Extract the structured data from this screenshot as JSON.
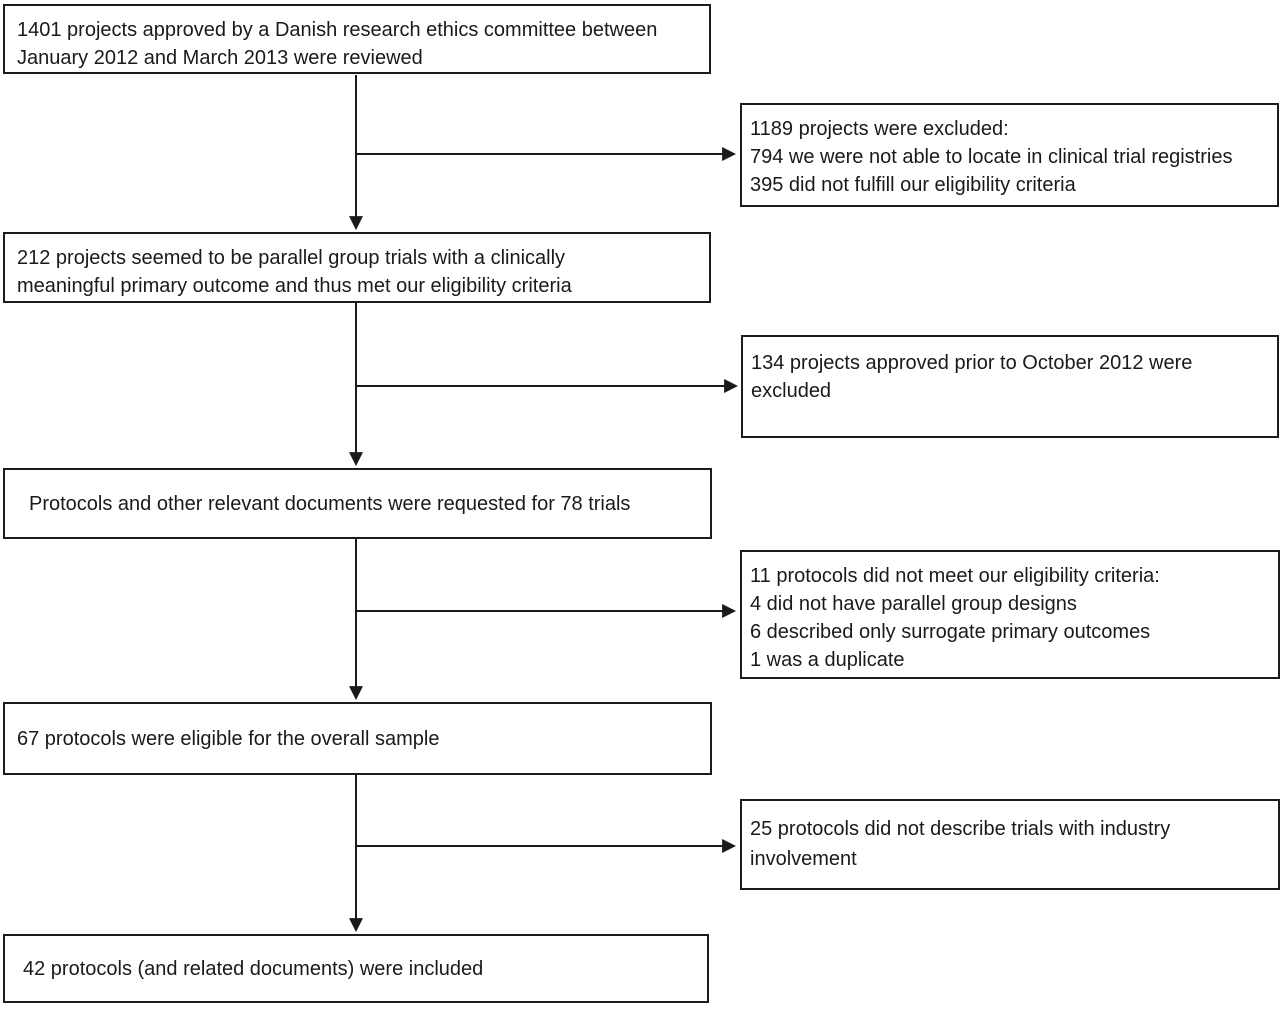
{
  "colors": {
    "background": "#ffffff",
    "border": "#1c1c1c",
    "text": "#1a1a1a",
    "line": "#1a1a1a"
  },
  "flow": {
    "main_boxes": [
      {
        "id": "projects-reviewed",
        "lines": [
          "1401 projects approved by a Danish research ethics committee between",
          "January 2012 and March 2013 were reviewed"
        ]
      },
      {
        "id": "projects-met-criteria",
        "lines": [
          "212 projects seemed to be parallel group trials with a clinically",
          "meaningful primary outcome and thus met our eligibility criteria"
        ]
      },
      {
        "id": "protocols-requested",
        "lines": [
          "Protocols and other relevant documents were requested for 78 trials"
        ]
      },
      {
        "id": "protocols-eligible",
        "lines": [
          "67 protocols were eligible for the overall sample"
        ]
      },
      {
        "id": "protocols-included",
        "lines": [
          "42 protocols (and related documents) were included"
        ]
      }
    ],
    "exclusion_boxes": [
      {
        "id": "excluded-1189",
        "lines": [
          "1189 projects were excluded:",
          "794 we were not able to locate in clinical trial registries",
          "395 did not fulfill our eligibility criteria"
        ]
      },
      {
        "id": "excluded-134",
        "lines": [
          "134 projects approved prior to October 2012 were",
          "excluded"
        ]
      },
      {
        "id": "excluded-11",
        "lines": [
          "11 protocols did not meet our eligibility criteria:",
          "4 did not have parallel group designs",
          "6 described only surrogate primary outcomes",
          "1 was a duplicate"
        ]
      },
      {
        "id": "excluded-25",
        "lines": [
          "25 protocols did not describe trials with industry",
          "involvement"
        ]
      }
    ]
  }
}
